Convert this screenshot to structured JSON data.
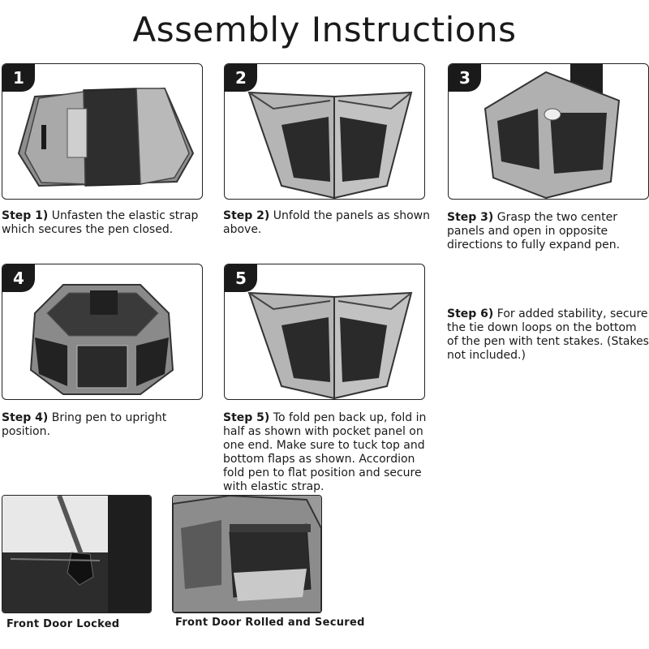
{
  "title": "Assembly Instructions",
  "steps": [
    {
      "badge": "1",
      "label": "Step 1)",
      "text": "Unfasten the elastic strap which secures the pen closed."
    },
    {
      "badge": "2",
      "label": "Step 2)",
      "text": "Unfold the panels as shown above."
    },
    {
      "badge": "3",
      "label": "Step 3)",
      "text": "Grasp the two center panels and open in opposite directions  to fully expand pen."
    },
    {
      "badge": "4",
      "label": "Step 4)",
      "text": "Bring pen to upright position."
    },
    {
      "badge": "5",
      "label": "Step 5)",
      "text": "To fold pen back up, fold in half as shown with pocket panel on one end. Make sure to tuck top and bottom flaps as shown. Accordion fold pen to flat position and secure with elastic strap."
    },
    {
      "badge": "",
      "label": "Step 6)",
      "text": "For added stability, secure the tie down loops on the bottom of the pen with tent stakes. (Stakes not included.)"
    }
  ],
  "photos": [
    {
      "caption": "Front Door Locked"
    },
    {
      "caption": "Front Door Rolled and Secured"
    }
  ]
}
